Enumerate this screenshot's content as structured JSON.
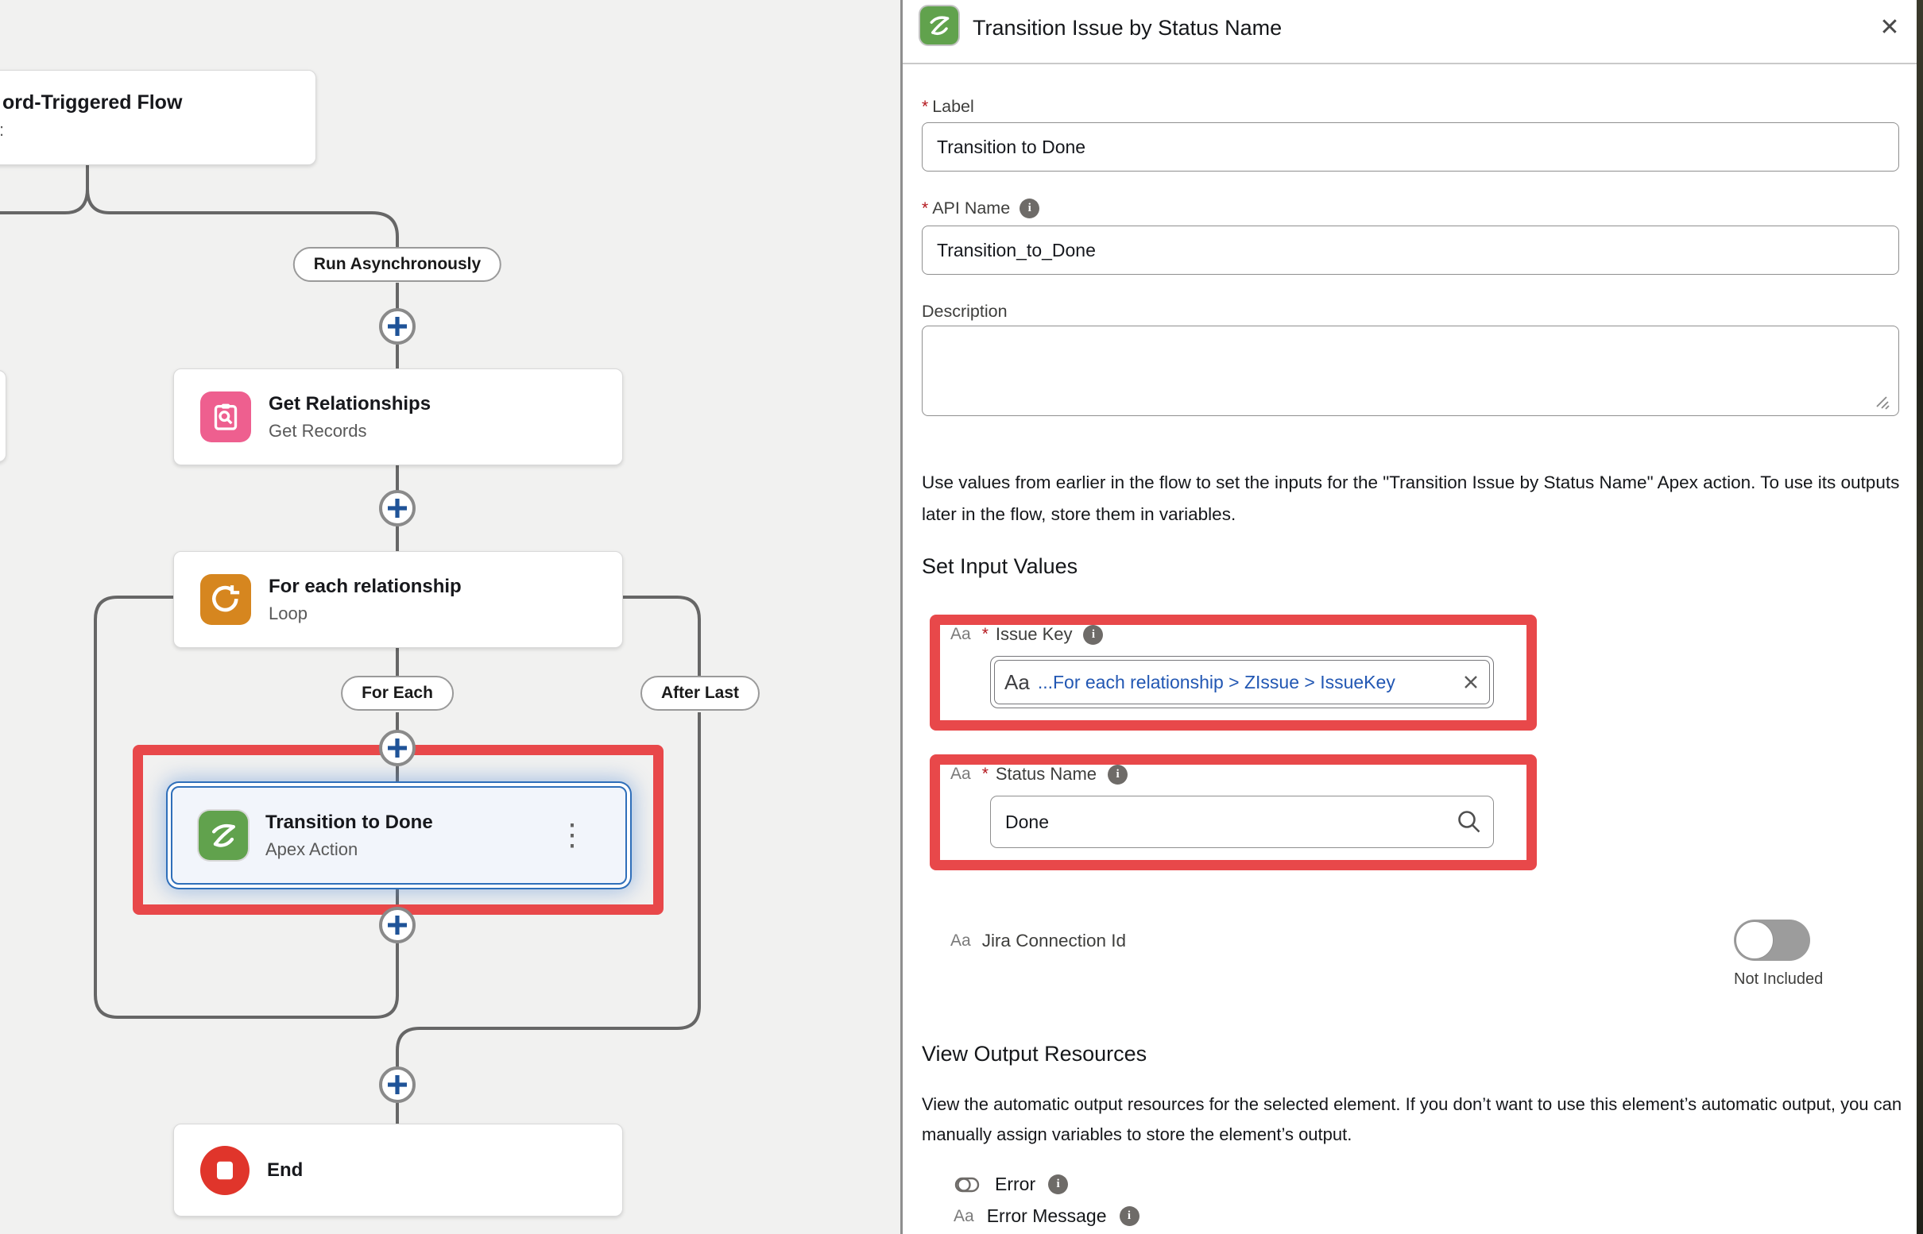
{
  "icons": {
    "close": "✕",
    "kebab": "⋮",
    "info": "i",
    "text_type": "Aa",
    "required": "*"
  },
  "canvas": {
    "trigger_node": {
      "title": "ord-Triggered Flow",
      "subtitle_fragment": ":"
    },
    "run_async_badge": "Run Asynchronously",
    "get_relationships": {
      "title": "Get Relationships",
      "subtitle": "Get Records"
    },
    "loop": {
      "title": "For each relationship",
      "subtitle": "Loop"
    },
    "for_each_badge": "For Each",
    "after_last_badge": "After Last",
    "apex": {
      "title": "Transition to Done",
      "subtitle": "Apex Action"
    },
    "end": {
      "title": "End"
    }
  },
  "panel": {
    "title": "Transition Issue by Status Name",
    "label_field": {
      "label": "Label",
      "value": "Transition to Done"
    },
    "api_field": {
      "label": "API Name",
      "value": "Transition_to_Done"
    },
    "description_field": {
      "label": "Description",
      "value": ""
    },
    "intro": "Use values from earlier in the flow to set the inputs for the \"Transition Issue by Status Name\" Apex action. To use its outputs later in the flow, store them in variables.",
    "set_inputs_heading": "Set Input Values",
    "issue_key": {
      "label": "Issue Key",
      "value": "...For each relationship > ZIssue > IssueKey"
    },
    "status_name": {
      "label": "Status Name",
      "value": "Done"
    },
    "jira_connection": {
      "label": "Jira Connection Id",
      "toggle_label": "Not Included"
    },
    "output_heading": "View Output Resources",
    "output_text": "View the automatic output resources for the selected element. If you don’t want to use this element’s automatic output, you can manually assign variables to store the element’s output.",
    "outputs": {
      "error": "Error",
      "error_message": "Error Message"
    }
  },
  "colors": {
    "annotation_red": "#e8484a",
    "selection_blue": "#2f6fba",
    "apex_green": "#61a24d",
    "loop_orange": "#d6861f",
    "record_pink": "#ee5f8f",
    "end_red": "#e0352b",
    "link_blue": "#2257b3",
    "connector_gray": "#666666"
  }
}
